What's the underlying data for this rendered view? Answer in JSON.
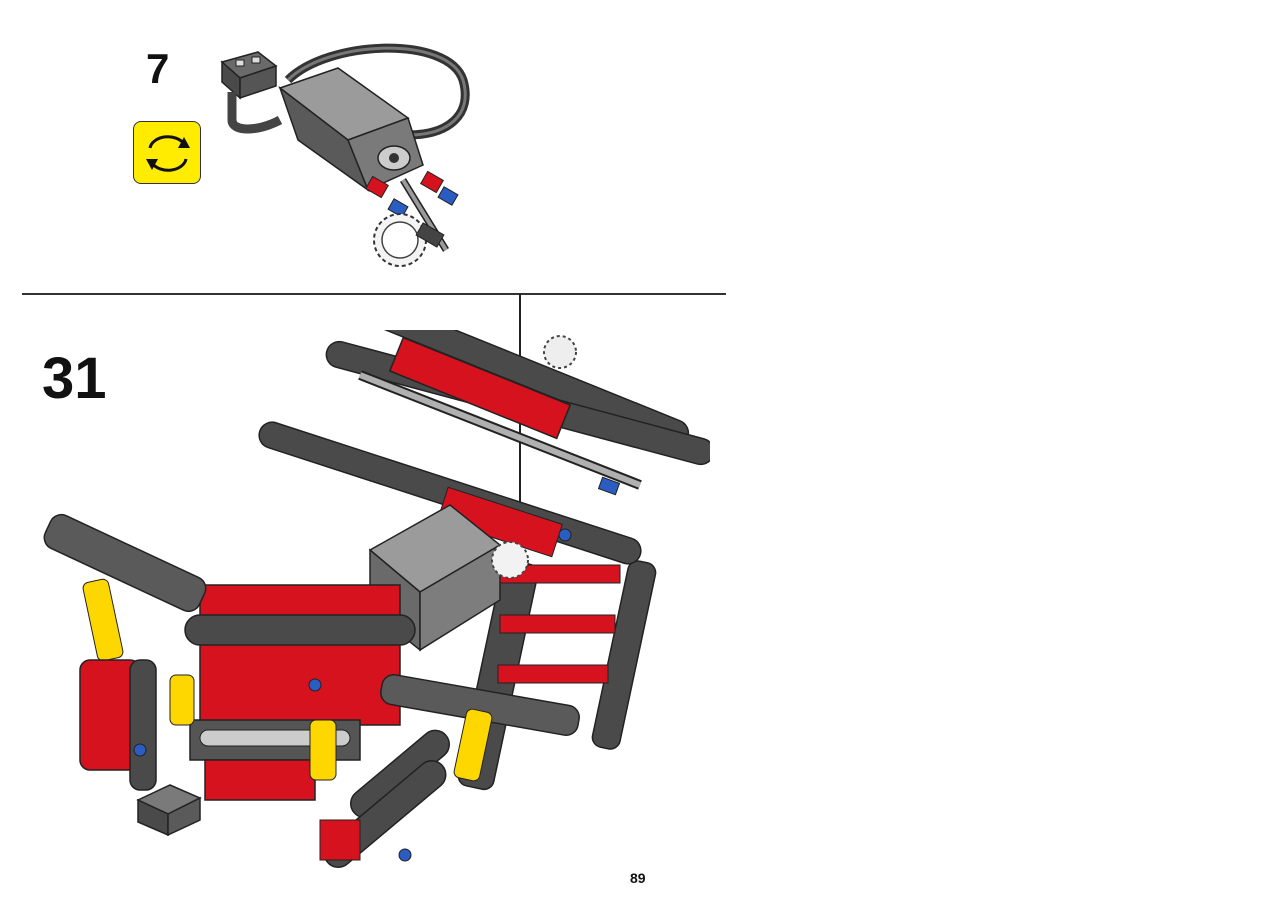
{
  "substep": {
    "number": "7",
    "action_icon": "rotate-icon"
  },
  "step": {
    "number": "31"
  },
  "page": {
    "number": "89"
  },
  "colors": {
    "dark_gray": "#4a4a4a",
    "light_gray": "#a9a9a9",
    "red": "#d6121f",
    "yellow": "#ffec00",
    "blue": "#2a5cc2"
  }
}
